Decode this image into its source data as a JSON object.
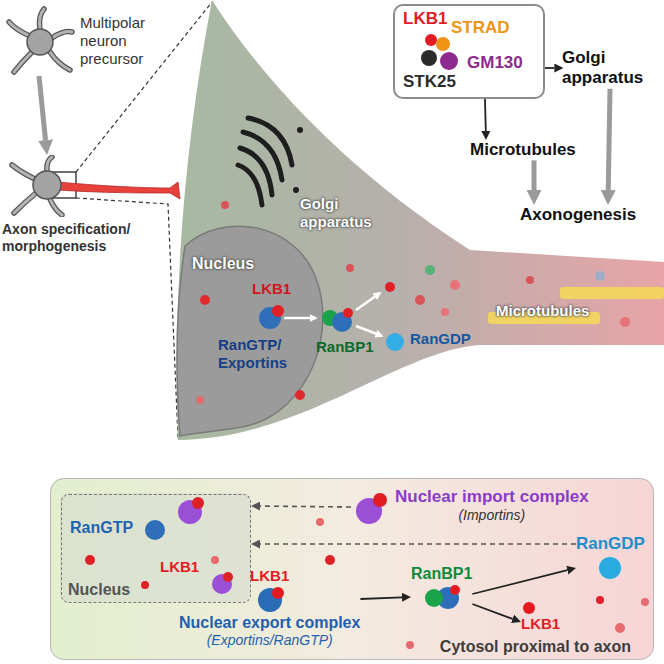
{
  "diagram": {
    "nodes": [
      {
        "text": [
          "Multipolar neuron precursor"
        ]
      },
      {
        "text": [
          "Axon specification/ morphogenesis"
        ]
      },
      {
        "text": [
          "LKB1",
          "STRAD",
          "GM130",
          "STK25"
        ]
      },
      {
        "text": [
          "Golgi apparatus"
        ]
      },
      {
        "text": [
          "Microtubules"
        ]
      },
      {
        "text": [
          "Axonogenesis"
        ]
      },
      {
        "text": [
          "Cytosol proximal to axon"
        ]
      },
      {
        "text": [
          "Nucleus"
        ],
        "in": 6
      },
      {
        "text": [
          "Nuclear import complex",
          "(Importins)"
        ],
        "in": 6
      },
      {
        "text": [
          "RanGDP"
        ],
        "in": 6
      },
      {
        "text": [
          "RanBP1"
        ],
        "in": 6
      },
      {
        "text": [
          "LKB1",
          "Nuclear export complex",
          "(Exportins/RanGTP)"
        ],
        "in": 6
      },
      {
        "text": [
          "LKB1"
        ],
        "in": 6
      }
    ],
    "edges": [
      {
        "from": 0,
        "to": 1,
        "arrow": "to"
      },
      {
        "from": 2,
        "to": 3,
        "arrow": "to"
      },
      {
        "from": 2,
        "to": 4,
        "arrow": "to"
      },
      {
        "from": 3,
        "to": 5,
        "arrow": "to"
      },
      {
        "from": 4,
        "to": 5,
        "arrow": "to"
      },
      {
        "from": 11,
        "to": 10,
        "arrow": "to"
      },
      {
        "from": 10,
        "to": 9,
        "arrow": "to"
      },
      {
        "from": 10,
        "to": 12,
        "arrow": "to"
      },
      {
        "from": 8,
        "to": 7,
        "arrow": "to"
      },
      {
        "from": 9,
        "to": 7,
        "arrow": "to"
      }
    ],
    "labels": [
      "Nucleus",
      "LKB1",
      "RanGTP/ Exportins",
      "Golgi apparatus",
      "RanBP1",
      "Microtubules",
      "RanGDP",
      "RanGTP",
      "LKB1"
    ]
  }
}
